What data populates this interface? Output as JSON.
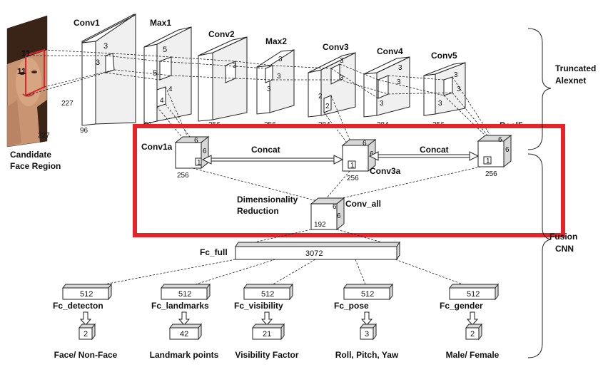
{
  "input": {
    "caption_line1": "Candidate",
    "caption_line2": "Face Region",
    "kernel_h": "11",
    "kernel_w": "11",
    "size_h": "227",
    "size_w": "227"
  },
  "alexnet": {
    "layers": [
      {
        "name": "Conv1",
        "kernel": "3",
        "depth": "96"
      },
      {
        "name": "Max1",
        "kernel": "5",
        "depth": "96"
      },
      {
        "name": "Conv2",
        "kernel": "3",
        "depth": "256"
      },
      {
        "name": "Max2",
        "kernel": "3",
        "depth": "256"
      },
      {
        "name": "Conv3",
        "kernel": "3",
        "depth": "384"
      },
      {
        "name": "Conv4",
        "kernel": "3",
        "depth": "384"
      },
      {
        "name": "Conv5",
        "kernel": "3",
        "depth": "256"
      }
    ],
    "max1_small_kernel": "4",
    "conv3_small_kernel": "2",
    "pool5_label": "Pool5"
  },
  "fusion": {
    "conv1a": {
      "name": "Conv1a",
      "size": "6",
      "depth": "256",
      "marker": "1"
    },
    "conv3a": {
      "name": "Conv3a",
      "size": "6",
      "depth": "256",
      "marker": "1"
    },
    "pool5": {
      "size": "6",
      "depth": "256",
      "marker": "1"
    },
    "concat1": "Concat",
    "concat2": "Concat",
    "dim_red_line1": "Dimensionality",
    "dim_red_line2": "Reduction",
    "conv_all": {
      "name": "Conv_all",
      "size": "6",
      "depth": "192"
    }
  },
  "fc_full": {
    "name": "Fc_full",
    "units": "3072"
  },
  "heads": [
    {
      "name": "Fc_detecton",
      "units": "512",
      "out": "2",
      "task": "Face/ Non-Face"
    },
    {
      "name": "Fc_landmarks",
      "units": "512",
      "out": "42",
      "task": "Landmark points"
    },
    {
      "name": "Fc_visibility",
      "units": "512",
      "out": "21",
      "task": "Visibility Factor"
    },
    {
      "name": "Fc_pose",
      "units": "512",
      "out": "3",
      "task": "Roll, Pitch, Yaw"
    },
    {
      "name": "Fc_gender",
      "units": "512",
      "out": "2",
      "task": "Male/ Female"
    }
  ],
  "brackets": {
    "truncated_line1": "Truncated",
    "truncated_line2": "Alexnet",
    "fusion_line1": "Fusion",
    "fusion_line2": "CNN"
  },
  "highlight_color": "#e3242b"
}
